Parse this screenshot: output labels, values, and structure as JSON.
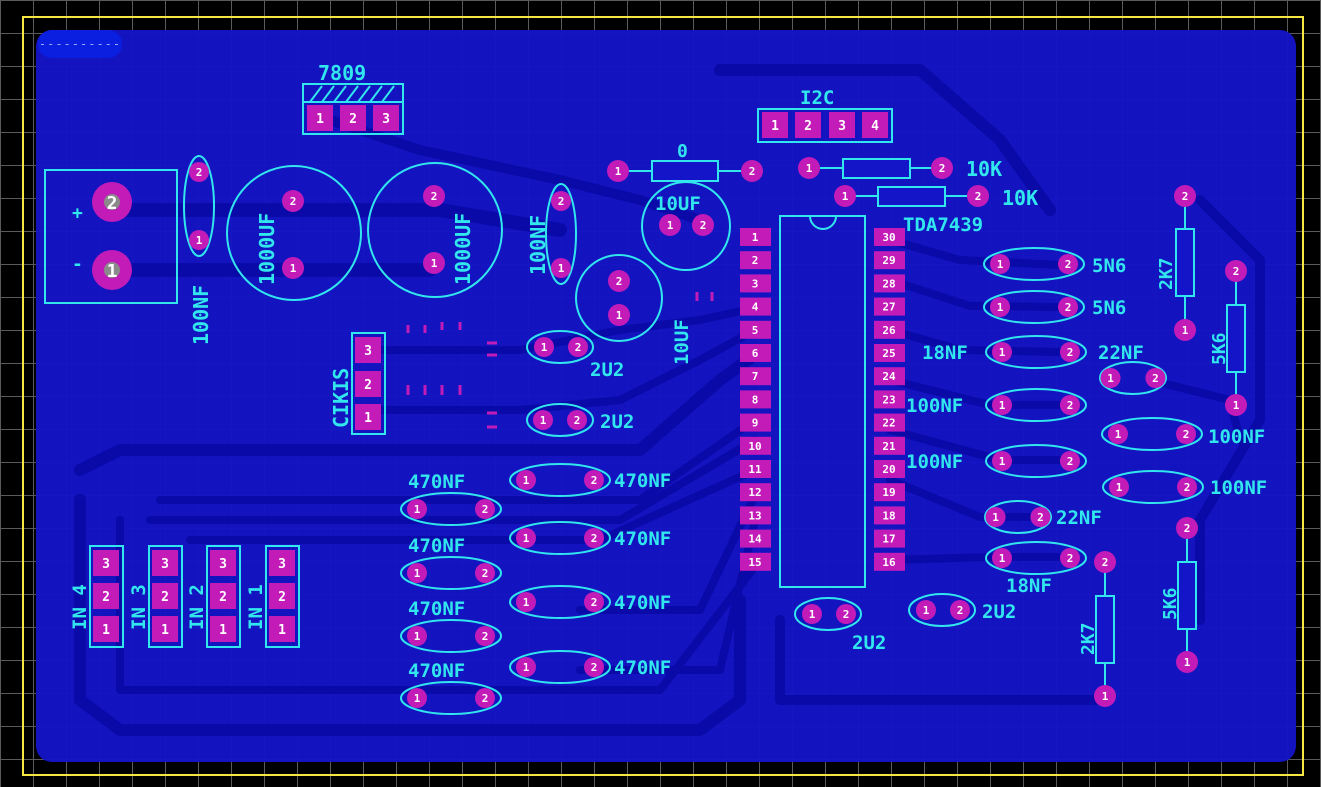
{
  "colors": {
    "background": "#000000",
    "grid": "#5a5a5a",
    "board_outline": "#f5e642",
    "board_fill": "#1414c8",
    "copper": "#0a0aa8",
    "silkscreen": "#32e6ee",
    "pad": "#c21bb8",
    "pad_hole": "#8a8a8a"
  },
  "toolbar": {
    "badge_text": "----------"
  },
  "components": {
    "reg_label": "7809",
    "reg_pins": [
      "1",
      "2",
      "3"
    ],
    "power_plus": "+",
    "power_minus": "-",
    "power_pins": [
      "2",
      "1"
    ],
    "c_in": "100NF",
    "c_big1": "1000UF",
    "c_big2": "1000UF",
    "c_mid": "100NF",
    "c_zero": "0",
    "c_10uf_a": "10UF",
    "c_10uf_b": "10UF",
    "i2c_label": "I2C",
    "i2c_pins": [
      "1",
      "2",
      "3",
      "4"
    ],
    "r_top1": "10K",
    "r_top2": "10K",
    "ic_label": "TDA7439",
    "ic_left_pins": [
      "1",
      "2",
      "3",
      "4",
      "5",
      "6",
      "7",
      "8",
      "9",
      "10",
      "11",
      "12",
      "13",
      "14",
      "15"
    ],
    "ic_right_pins": [
      "30",
      "29",
      "28",
      "27",
      "26",
      "25",
      "24",
      "23",
      "22",
      "21",
      "20",
      "19",
      "18",
      "17",
      "16"
    ],
    "cikis_label": "CIKIS",
    "cikis_pins": [
      "3",
      "2",
      "1"
    ],
    "c_2u2_a": "2U2",
    "c_2u2_b": "2U2",
    "c_2u2_c": "2U2",
    "c_2u2_d": "2U2",
    "c_470_labels_left": [
      "470NF",
      "470NF",
      "470NF",
      "470NF"
    ],
    "c_470_labels_right": [
      "470NF",
      "470NF",
      "470NF",
      "470NF"
    ],
    "inputs": [
      "IN 4",
      "IN 3",
      "IN 2",
      "IN 1"
    ],
    "input_pins": [
      "3",
      "2",
      "1"
    ],
    "c_5n6_a": "5N6",
    "c_5n6_b": "5N6",
    "c_18nf_a": "18NF",
    "c_22nf_a": "22NF",
    "c_100nf_a": "100NF",
    "c_100nf_b": "100NF",
    "c_100nf_c": "100NF",
    "c_100nf_d": "100NF",
    "c_22nf_b": "22NF",
    "c_18nf_b": "18NF",
    "r_2k7_a": "2K7",
    "r_5k6_a": "5K6",
    "r_5k6_b": "5K6",
    "r_2k7_b": "2K7",
    "pin1": "1",
    "pin2": "2"
  }
}
